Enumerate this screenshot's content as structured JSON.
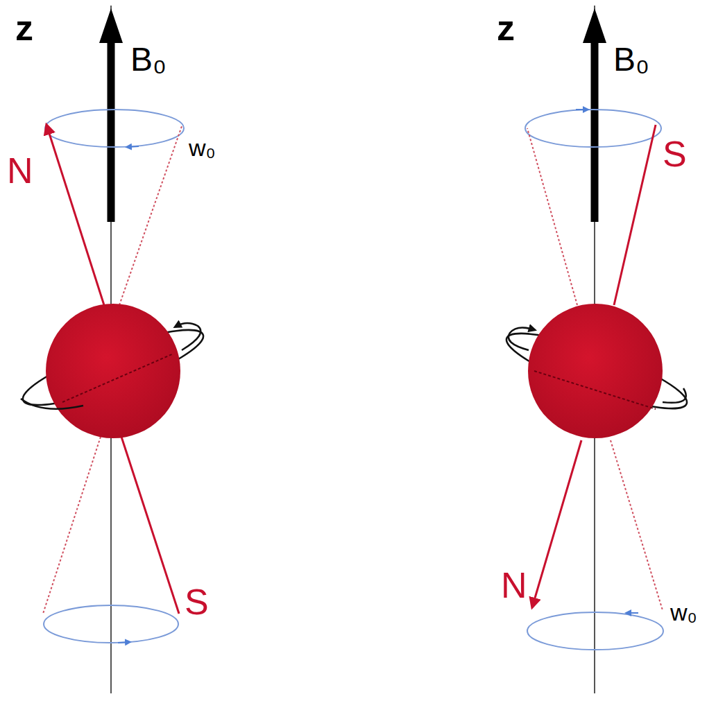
{
  "diagram": {
    "labels": [
      "z",
      "B₀",
      "N",
      "w₀",
      "S",
      "z",
      "B₀",
      "S",
      "N",
      "w₀"
    ]
  }
}
